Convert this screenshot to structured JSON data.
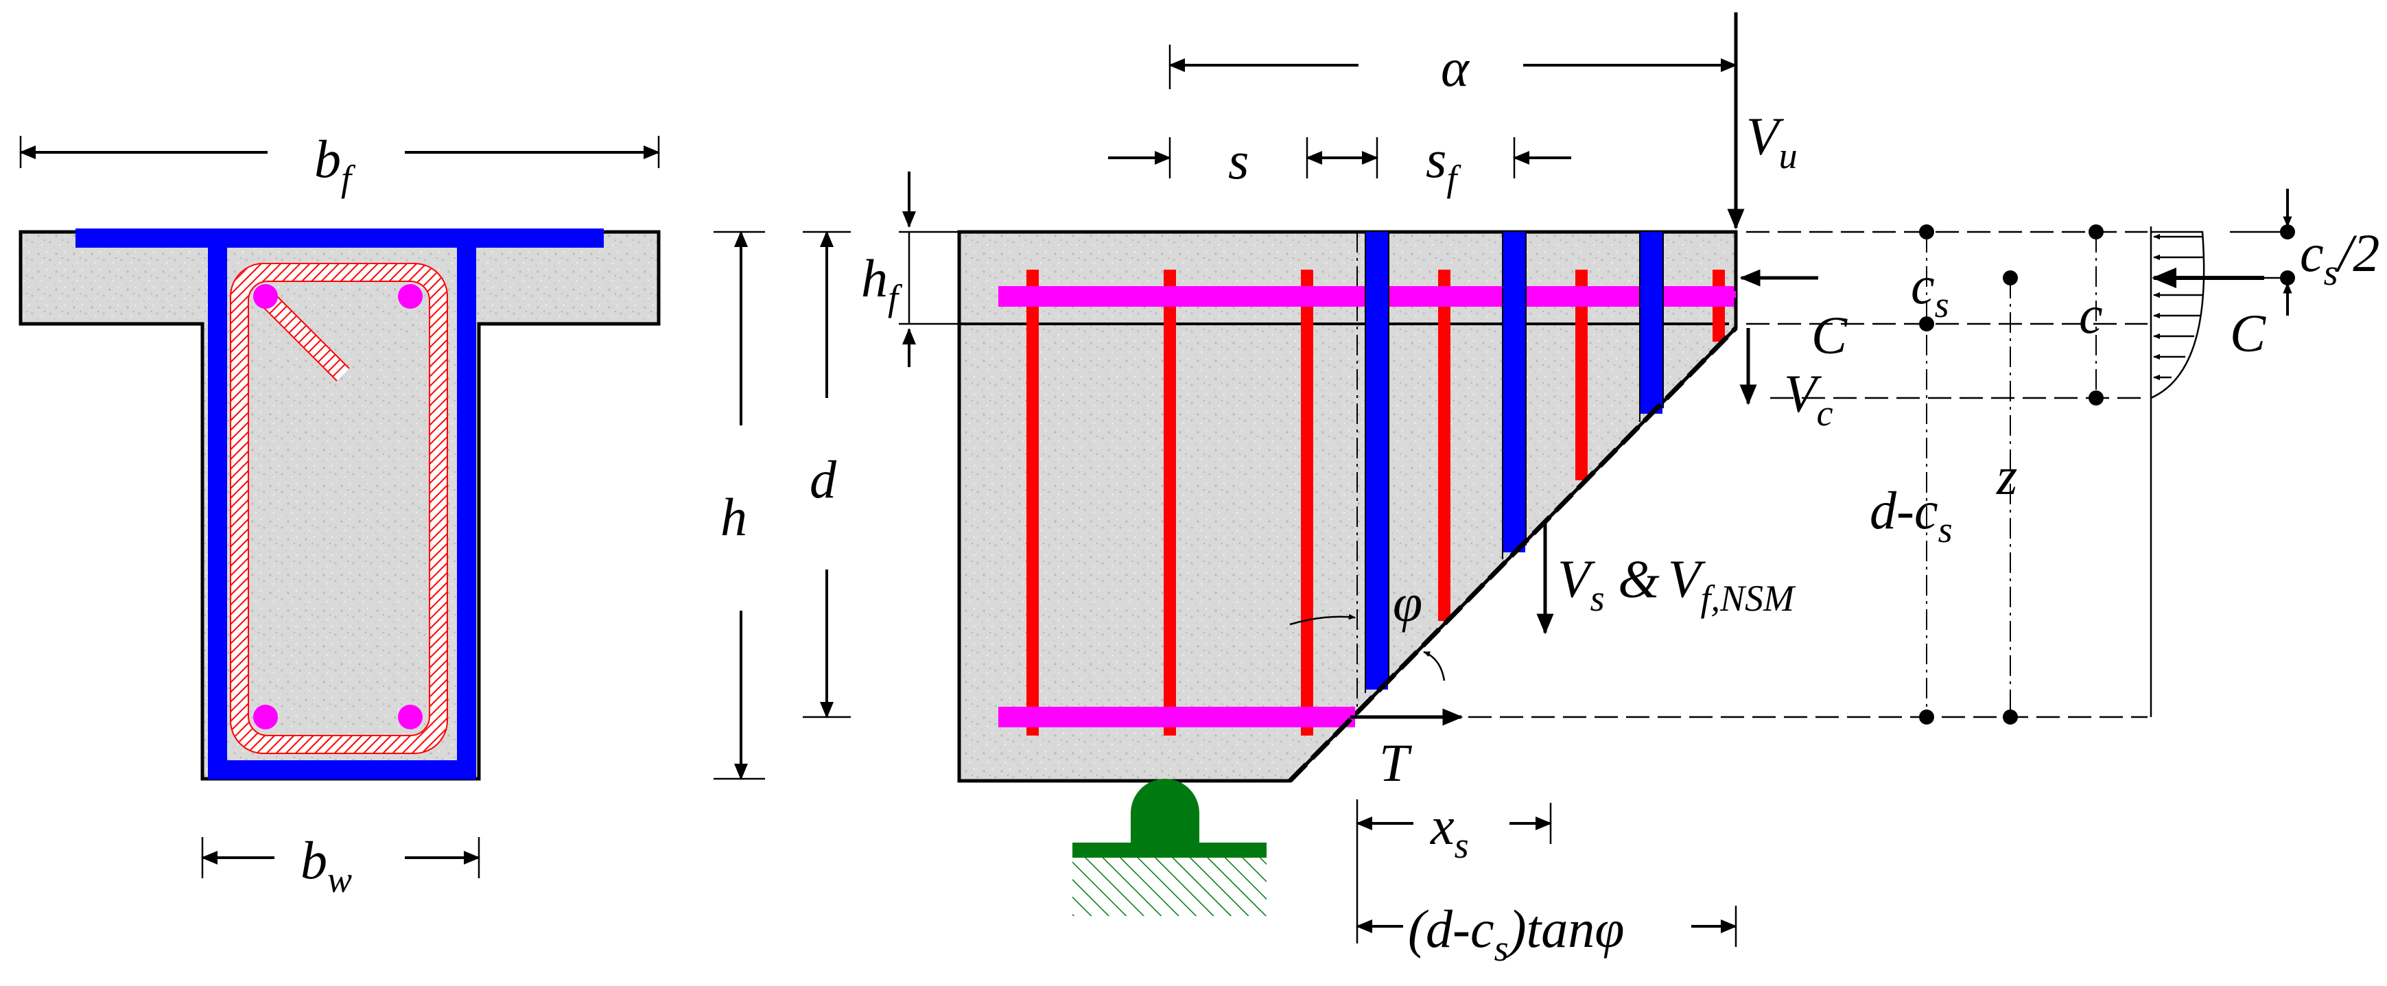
{
  "colors": {
    "frp": "#0000ff",
    "stirrup": "#ff0000",
    "long_bar": "#ff00ff",
    "support": "#007a10",
    "concrete": "#d8d8d8",
    "outline": "#000000"
  },
  "section": {
    "flange_width": {
      "sym": "b",
      "sub": "f"
    },
    "web_width": {
      "sym": "b",
      "sub": "w"
    }
  },
  "elevation": {
    "alpha": "α",
    "s": "s",
    "sf": {
      "sym": "s",
      "sub": "f"
    },
    "Vu": {
      "sym": "V",
      "sub": "u"
    },
    "hf": {
      "sym": "h",
      "sub": "f"
    },
    "h": "h",
    "d": "d",
    "C": "C",
    "Vc": {
      "sym": "V",
      "sub": "c"
    },
    "phi": "φ",
    "T": "T",
    "Vs": {
      "sym": "V",
      "sub": "s",
      "amp": " &",
      "sym2": "V",
      "sub2": "f,NSM"
    },
    "xs": {
      "sym": "x",
      "sub": "s"
    },
    "dcs_tan": {
      "pre": "(d-c",
      "sub": "s",
      "post": ")tanφ"
    }
  },
  "stress_block": {
    "cs": {
      "sym": "c",
      "sub": "s"
    },
    "c": "c",
    "cs2": {
      "sym": "c",
      "sub": "s",
      "post": "/2"
    },
    "C": "C",
    "d_cs": {
      "pre": "d-c",
      "sub": "s"
    },
    "z": "z"
  }
}
